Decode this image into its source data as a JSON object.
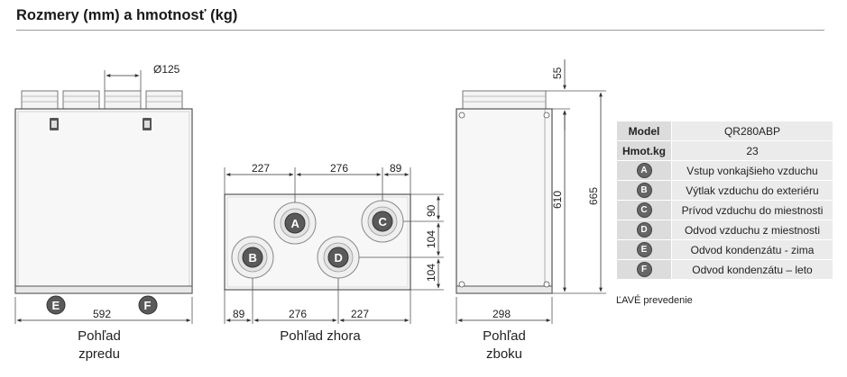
{
  "title": "Rozmery (mm) a hmotnosť  (kg)",
  "views": {
    "front": {
      "line1": "Pohľad",
      "line2": "zpredu"
    },
    "top": {
      "label": "Pohľad zhora"
    },
    "side": {
      "line1": "Pohľad",
      "line2": "zboku"
    }
  },
  "dims": {
    "front_diameter": "Ø125",
    "front_width": "592",
    "top_227a": "227",
    "top_276a": "276",
    "top_89a": "89",
    "top_89b": "89",
    "top_276b": "276",
    "top_227b": "227",
    "top_90": "90",
    "top_104a": "104",
    "top_104b": "104",
    "side_55": "55",
    "side_610": "610",
    "side_665": "665",
    "side_298": "298"
  },
  "ports": {
    "A": "A",
    "B": "B",
    "C": "C",
    "D": "D",
    "E": "E",
    "F": "F"
  },
  "spec": {
    "model_key": "Model",
    "model_val": "QR280ABP",
    "weight_key": "Hmot.kg",
    "weight_val": "23",
    "rows": [
      {
        "badge": "A",
        "text": "Vstup vonkajšieho vzduchu"
      },
      {
        "badge": "B",
        "text": "Výtlak vzduchu do exteriéru"
      },
      {
        "badge": "C",
        "text": "Prívod vzduchu do miestnosti"
      },
      {
        "badge": "D",
        "text": "Odvod vzduchu z miestnosti"
      },
      {
        "badge": "E",
        "text": "Odvod kondenzátu - zima"
      },
      {
        "badge": "F",
        "text": "Odvod kondenzátu – leto"
      }
    ]
  },
  "note": "ĽAVÉ prevedenie"
}
